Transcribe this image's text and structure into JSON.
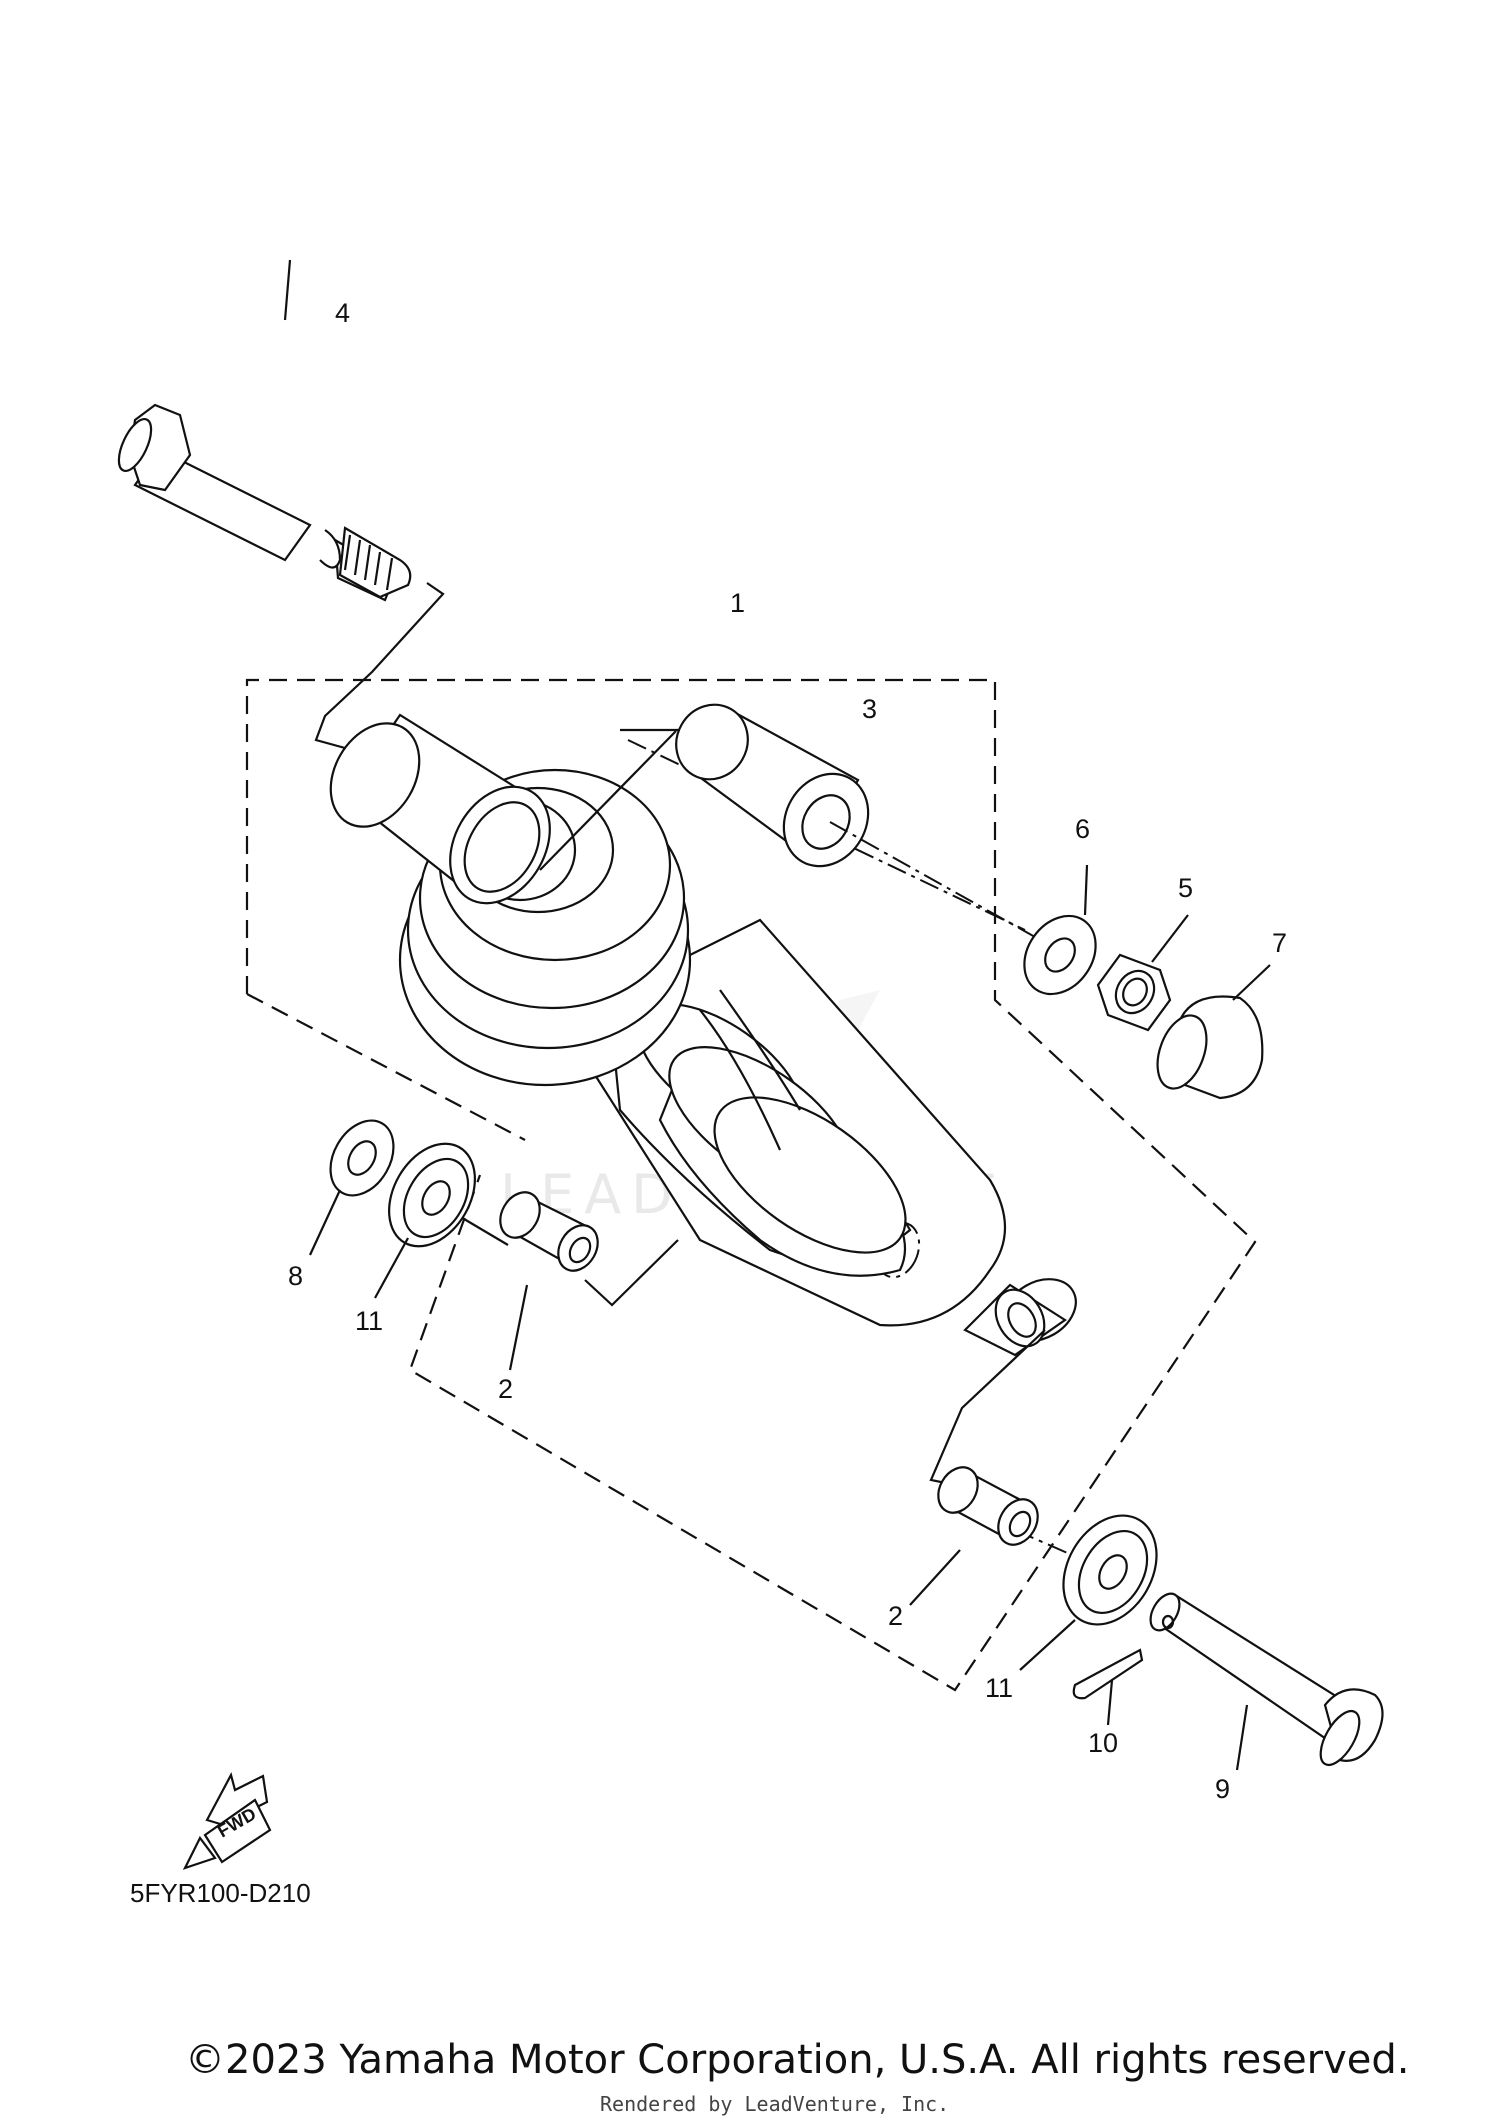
{
  "diagram": {
    "drawing_code": "5FYR100-D210",
    "forward_label": "FWD",
    "watermark": "LEADVENTURE",
    "callouts": [
      "1",
      "2",
      "2",
      "3",
      "4",
      "5",
      "6",
      "7",
      "8",
      "9",
      "10",
      "11",
      "11"
    ]
  },
  "footer": {
    "copyright": "©2023 Yamaha Motor Corporation, U.S.A. All rights reserved.",
    "rendered_by": "Rendered by LeadVenture, Inc."
  }
}
